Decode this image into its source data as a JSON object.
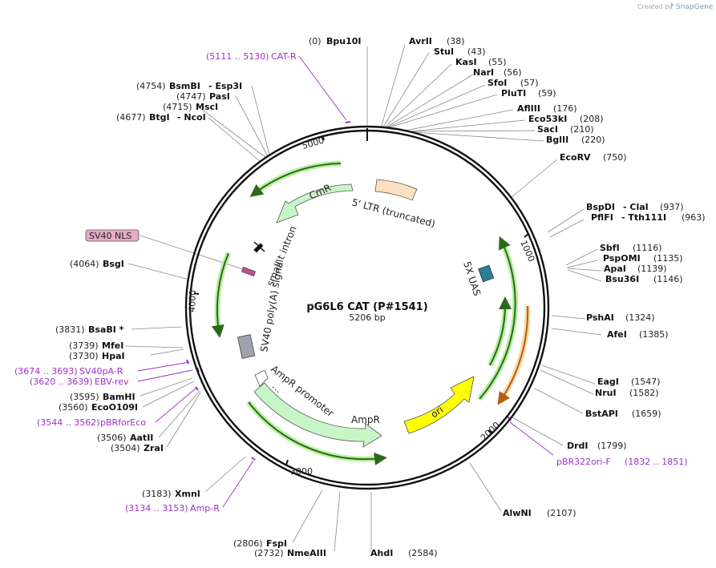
{
  "credit": {
    "created_by": "Created by",
    "brand": "SnapGene"
  },
  "plasmid": {
    "name": "pG6L6 CAT (P#1541)",
    "length": "5206 bp"
  },
  "ticks": [
    "1000",
    "2000",
    "3000",
    "4000",
    "5000"
  ],
  "features": {
    "cmr": "CmR",
    "ltr": "5' LTR (truncated)",
    "intron": "small t intron",
    "polya": "SV40 poly(A) signal",
    "nls": "SV40 NLS",
    "uas": "5X UAS",
    "ampr_promoter": "AmpR promoter",
    "ampr": "AmpR",
    "ori": "ori"
  },
  "sites": [
    {
      "pos": "(0)",
      "name": "Bpu10I"
    },
    {
      "pos": "(38)",
      "name": "AvrII"
    },
    {
      "pos": "(43)",
      "name": "StuI"
    },
    {
      "pos": "(55)",
      "name": "KasI"
    },
    {
      "pos": "(56)",
      "name": "NarI"
    },
    {
      "pos": "(57)",
      "name": "SfoI"
    },
    {
      "pos": "(59)",
      "name": "PluTI"
    },
    {
      "pos": "(176)",
      "name": "AflIII"
    },
    {
      "pos": "(208)",
      "name": "Eco53kI"
    },
    {
      "pos": "(210)",
      "name": "SacI"
    },
    {
      "pos": "(220)",
      "name": "BglII"
    },
    {
      "pos": "(750)",
      "name": "EcoRV"
    },
    {
      "pos": "(937)",
      "name": "BspDI",
      "name2": "- ClaI"
    },
    {
      "pos": "(963)",
      "name": "PflFI",
      "name2": "- Tth111I"
    },
    {
      "pos": "(1116)",
      "name": "SbfI"
    },
    {
      "pos": "(1135)",
      "name": "PspOMI"
    },
    {
      "pos": "(1139)",
      "name": "ApaI"
    },
    {
      "pos": "(1146)",
      "name": "Bsu36I"
    },
    {
      "pos": "(1324)",
      "name": "PshAI"
    },
    {
      "pos": "(1385)",
      "name": "AfeI"
    },
    {
      "pos": "(1547)",
      "name": "EagI"
    },
    {
      "pos": "(1582)",
      "name": "NruI"
    },
    {
      "pos": "(1659)",
      "name": "BstAPI"
    },
    {
      "pos": "(1799)",
      "name": "DrdI"
    },
    {
      "pos": "(2107)",
      "name": "AlwNI"
    },
    {
      "pos": "(2584)",
      "name": "AhdI"
    },
    {
      "pos": "(2732)",
      "name": "NmeAIII"
    },
    {
      "pos": "(2806)",
      "name": "FspI"
    },
    {
      "pos": "(3183)",
      "name": "XmnI"
    },
    {
      "pos": "(3504)",
      "name": "ZraI"
    },
    {
      "pos": "(3506)",
      "name": "AatII"
    },
    {
      "pos": "(3560)",
      "name": "EcoO109I"
    },
    {
      "pos": "(3595)",
      "name": "BamHI"
    },
    {
      "pos": "(3730)",
      "name": "HpaI"
    },
    {
      "pos": "(3739)",
      "name": "MfeI"
    },
    {
      "pos": "(3831)",
      "name": "BsaBI *"
    },
    {
      "pos": "(4064)",
      "name": "BsgI"
    },
    {
      "pos": "(4677)",
      "name": "BtgI",
      "name2": "- NcoI"
    },
    {
      "pos": "(4715)",
      "name": "MscI"
    },
    {
      "pos": "(4747)",
      "name": "PasI"
    },
    {
      "pos": "(4754)",
      "name": "BsmBI",
      "name2": "- Esp3I"
    }
  ],
  "primers": [
    {
      "pos": "(5111 .. 5130)",
      "name": "CAT-R"
    },
    {
      "pos": "(1832 .. 1851)",
      "name": "pBR322ori-F"
    },
    {
      "pos": "(3674 .. 3693)",
      "name": "SV40pA-R"
    },
    {
      "pos": "(3620 .. 3639)",
      "name": "EBV-rev"
    },
    {
      "pos": "(3544 .. 3562)",
      "name": "pBRforEco"
    },
    {
      "pos": "(3134 .. 3153)",
      "name": "Amp-R"
    }
  ],
  "colors": {
    "backbone": "#111111",
    "cmr": "#c8f5c8",
    "ltr": "#fde0c0",
    "ori": "#ffff00",
    "uas": "#2a7f99",
    "polya": "#a0a4ac",
    "nls": "#e8a8c8",
    "orf_line": "#2a6a1a",
    "orf_glow": "#b8f0a0",
    "primer": "#9b30c8"
  }
}
